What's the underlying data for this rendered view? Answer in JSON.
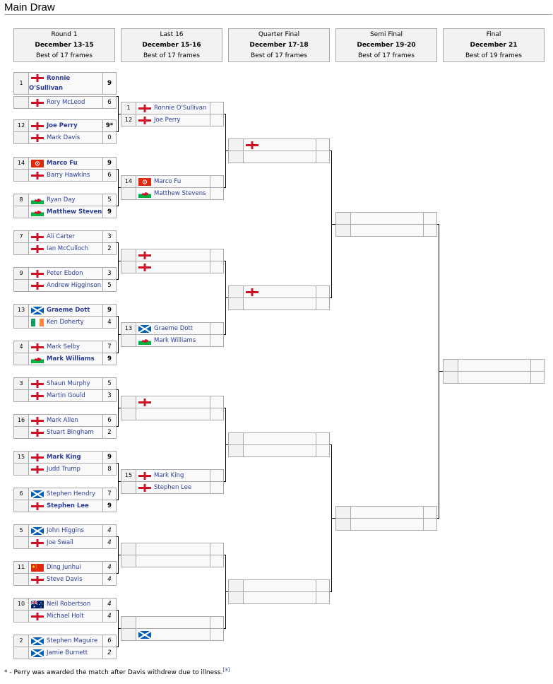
{
  "page_title": "Main Draw",
  "rounds": [
    {
      "name": "Round 1",
      "dates": "December 13-15",
      "format": "Best of 17 frames"
    },
    {
      "name": "Last 16",
      "dates": "December 15-16",
      "format": "Best of 17 frames"
    },
    {
      "name": "Quarter Final",
      "dates": "December 17-18",
      "format": "Best of 17 frames"
    },
    {
      "name": "Semi Final",
      "dates": "December 19-20",
      "format": "Best of 17 frames"
    },
    {
      "name": "Final",
      "dates": "December 21",
      "format": "Best of 19 frames"
    }
  ],
  "matches": {
    "r1": [
      [
        {
          "seed": "1",
          "flag": "eng",
          "name": "Ronnie O'Sullivan",
          "score": "9",
          "win": true
        },
        {
          "seed": "",
          "flag": "eng",
          "name": "Rory McLeod",
          "score": "6"
        }
      ],
      [
        {
          "seed": "12",
          "flag": "eng",
          "name": "Joe Perry",
          "score": "9*",
          "win": true
        },
        {
          "seed": "",
          "flag": "eng",
          "name": "Mark Davis",
          "score": "0"
        }
      ],
      [
        {
          "seed": "14",
          "flag": "hkg",
          "name": "Marco Fu",
          "score": "9",
          "win": true
        },
        {
          "seed": "",
          "flag": "eng",
          "name": "Barry Hawkins",
          "score": "6"
        }
      ],
      [
        {
          "seed": "8",
          "flag": "wal",
          "name": "Ryan Day",
          "score": "5"
        },
        {
          "seed": "",
          "flag": "wal",
          "name": "Matthew Stevens",
          "score": "9",
          "win": true
        }
      ],
      [
        {
          "seed": "7",
          "flag": "eng",
          "name": "Ali Carter",
          "score": "3"
        },
        {
          "seed": "",
          "flag": "eng",
          "name": "Ian McCulloch",
          "score": "2"
        }
      ],
      [
        {
          "seed": "9",
          "flag": "eng",
          "name": "Peter Ebdon",
          "score": "3"
        },
        {
          "seed": "",
          "flag": "eng",
          "name": "Andrew Higginson",
          "score": "5"
        }
      ],
      [
        {
          "seed": "13",
          "flag": "sco",
          "name": "Graeme Dott",
          "score": "9",
          "win": true
        },
        {
          "seed": "",
          "flag": "irl",
          "name": "Ken Doherty",
          "score": "4"
        }
      ],
      [
        {
          "seed": "4",
          "flag": "eng",
          "name": "Mark Selby",
          "score": "7"
        },
        {
          "seed": "",
          "flag": "wal",
          "name": "Mark Williams",
          "score": "9",
          "win": true
        }
      ],
      [
        {
          "seed": "3",
          "flag": "eng",
          "name": "Shaun Murphy",
          "score": "5"
        },
        {
          "seed": "",
          "flag": "eng",
          "name": "Martin Gould",
          "score": "3"
        }
      ],
      [
        {
          "seed": "16",
          "flag": "eng",
          "name": "Mark Allen",
          "score": "6"
        },
        {
          "seed": "",
          "flag": "eng",
          "name": "Stuart Bingham",
          "score": "2"
        }
      ],
      [
        {
          "seed": "15",
          "flag": "eng",
          "name": "Mark King",
          "score": "9",
          "win": true
        },
        {
          "seed": "",
          "flag": "eng",
          "name": "Judd Trump",
          "score": "8"
        }
      ],
      [
        {
          "seed": "6",
          "flag": "sco",
          "name": "Stephen Hendry",
          "score": "7"
        },
        {
          "seed": "",
          "flag": "eng",
          "name": "Stephen Lee",
          "score": "9",
          "win": true
        }
      ],
      [
        {
          "seed": "5",
          "flag": "sco",
          "name": "John Higgins",
          "score": "4",
          "italic": true
        },
        {
          "seed": "",
          "flag": "eng",
          "name": "Joe Swail",
          "score": "4",
          "italic": true
        }
      ],
      [
        {
          "seed": "11",
          "flag": "chn",
          "name": "Ding Junhui",
          "score": "4",
          "italic": true
        },
        {
          "seed": "",
          "flag": "eng",
          "name": "Steve Davis",
          "score": "4",
          "italic": true
        }
      ],
      [
        {
          "seed": "10",
          "flag": "aus",
          "name": "Neil Robertson",
          "score": "4",
          "italic": true
        },
        {
          "seed": "",
          "flag": "eng",
          "name": "Michael Holt",
          "score": "4",
          "italic": true
        }
      ],
      [
        {
          "seed": "2",
          "flag": "sco",
          "name": "Stephen Maguire",
          "score": "6",
          "italic": true
        },
        {
          "seed": "",
          "flag": "sco",
          "name": "Jamie Burnett",
          "score": "2",
          "italic": true
        }
      ]
    ],
    "r2": [
      [
        {
          "seed": "1",
          "flag": "eng",
          "name": "Ronnie O'Sullivan",
          "score": ""
        },
        {
          "seed": "12",
          "flag": "eng",
          "name": "Joe Perry",
          "score": ""
        }
      ],
      [
        {
          "seed": "14",
          "flag": "hkg",
          "name": "Marco Fu",
          "score": ""
        },
        {
          "seed": "",
          "flag": "wal",
          "name": "Matthew Stevens",
          "score": ""
        }
      ],
      [
        {
          "seed": "",
          "flag": "eng",
          "name": "",
          "score": ""
        },
        {
          "seed": "",
          "flag": "eng",
          "name": "",
          "score": ""
        }
      ],
      [
        {
          "seed": "13",
          "flag": "sco",
          "name": "Graeme Dott",
          "score": ""
        },
        {
          "seed": "",
          "flag": "wal",
          "name": "Mark Williams",
          "score": ""
        }
      ],
      [
        {
          "seed": "",
          "flag": "eng",
          "name": "",
          "score": ""
        },
        {
          "seed": "",
          "flag": "",
          "name": "",
          "score": ""
        }
      ],
      [
        {
          "seed": "15",
          "flag": "eng",
          "name": "Mark King",
          "score": ""
        },
        {
          "seed": "",
          "flag": "eng",
          "name": "Stephen Lee",
          "score": ""
        }
      ],
      [
        {
          "seed": "",
          "flag": "",
          "name": "",
          "score": ""
        },
        {
          "seed": "",
          "flag": "",
          "name": "",
          "score": ""
        }
      ],
      [
        {
          "seed": "",
          "flag": "",
          "name": "",
          "score": ""
        },
        {
          "seed": "",
          "flag": "sco",
          "name": "",
          "score": ""
        }
      ]
    ],
    "r3": [
      [
        {
          "seed": "",
          "flag": "eng",
          "name": "",
          "score": ""
        },
        {
          "seed": "",
          "flag": "",
          "name": "",
          "score": ""
        }
      ],
      [
        {
          "seed": "",
          "flag": "eng",
          "name": "",
          "score": ""
        },
        {
          "seed": "",
          "flag": "",
          "name": "",
          "score": ""
        }
      ],
      [
        {
          "seed": "",
          "flag": "",
          "name": "",
          "score": ""
        },
        {
          "seed": "",
          "flag": "",
          "name": "",
          "score": ""
        }
      ],
      [
        {
          "seed": "",
          "flag": "",
          "name": "",
          "score": ""
        },
        {
          "seed": "",
          "flag": "",
          "name": "",
          "score": ""
        }
      ]
    ],
    "r4": [
      [
        {
          "seed": "",
          "flag": "",
          "name": "",
          "score": ""
        },
        {
          "seed": "",
          "flag": "",
          "name": "",
          "score": ""
        }
      ],
      [
        {
          "seed": "",
          "flag": "",
          "name": "",
          "score": ""
        },
        {
          "seed": "",
          "flag": "",
          "name": "",
          "score": ""
        }
      ]
    ],
    "r5": [
      [
        {
          "seed": "",
          "flag": "",
          "name": "",
          "score": ""
        },
        {
          "seed": "",
          "flag": "",
          "name": "",
          "score": ""
        }
      ]
    ]
  },
  "footnote": {
    "text": "* - Perry was awarded the match after Davis withdrew due to illness.",
    "ref": "[3]"
  }
}
